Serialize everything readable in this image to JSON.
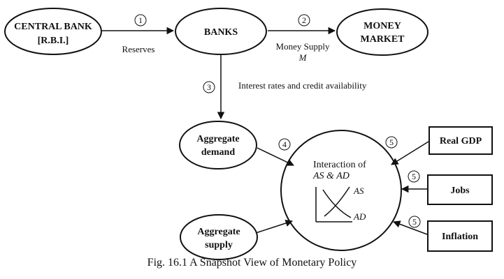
{
  "nodes": {
    "central_bank": [
      "CENTRAL BANK",
      "[R.B.I.]"
    ],
    "banks": "BANKS",
    "money_market": [
      "MONEY",
      "MARKET"
    ],
    "aggregate_demand": [
      "Aggregate",
      "demand"
    ],
    "aggregate_supply": [
      "Aggregate",
      "supply"
    ],
    "interaction": [
      "Interaction of",
      "AS & AD"
    ],
    "real_gdp": "Real GDP",
    "jobs": "Jobs",
    "inflation": "Inflation"
  },
  "mini_chart": {
    "as_label": "AS",
    "ad_label": "AD"
  },
  "edges": {
    "reserves": "Reserves",
    "money_supply": "Money Supply",
    "money_supply_symbol": "M",
    "interest_rates": "Interest rates and credit availability"
  },
  "steps": {
    "s1": "1",
    "s2": "2",
    "s3": "3",
    "s4": "4",
    "s5a": "5",
    "s5b": "5",
    "s5c": "5"
  },
  "caption": "Fig. 16.1 A Snapshot View of Monetary Policy"
}
